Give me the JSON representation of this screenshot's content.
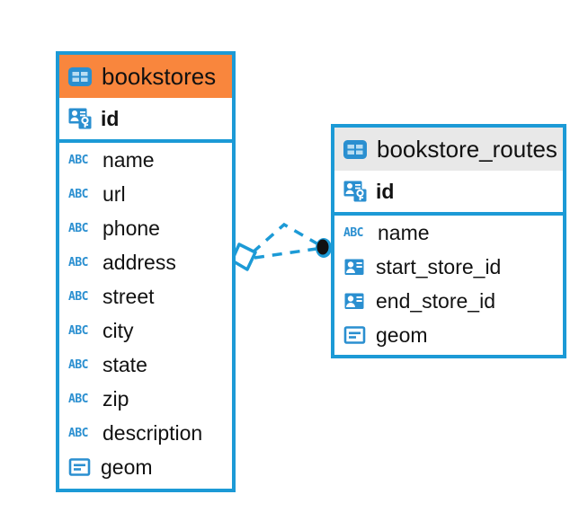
{
  "diagram": {
    "type": "entity-relationship-diagram",
    "background_color": "#ffffff",
    "accent_blue": "#1c9ad6",
    "accent_orange": "#f9863d",
    "accent_gray": "#e8e8e8",
    "text_color": "#121212"
  },
  "tables": [
    {
      "name": "bookstores",
      "header_color": "#f9863d",
      "table_icon": "table-grid-icon",
      "primary_key": {
        "label": "id",
        "icon": "primary-key-card-icon"
      },
      "fields": [
        {
          "label": "name",
          "icon": "abc-text-icon",
          "type": "text"
        },
        {
          "label": "url",
          "icon": "abc-text-icon",
          "type": "text"
        },
        {
          "label": "phone",
          "icon": "abc-text-icon",
          "type": "text"
        },
        {
          "label": "address",
          "icon": "abc-text-icon",
          "type": "text"
        },
        {
          "label": "street",
          "icon": "abc-text-icon",
          "type": "text"
        },
        {
          "label": "city",
          "icon": "abc-text-icon",
          "type": "text"
        },
        {
          "label": "state",
          "icon": "abc-text-icon",
          "type": "text"
        },
        {
          "label": "zip",
          "icon": "abc-text-icon",
          "type": "text"
        },
        {
          "label": "description",
          "icon": "abc-text-icon",
          "type": "text"
        },
        {
          "label": "geom",
          "icon": "geometry-box-icon",
          "type": "geometry"
        }
      ]
    },
    {
      "name": "bookstore_routes",
      "header_color": "#e8e8e8",
      "table_icon": "table-grid-icon",
      "primary_key": {
        "label": "id",
        "icon": "primary-key-card-icon"
      },
      "fields": [
        {
          "label": "name",
          "icon": "abc-text-icon",
          "type": "text"
        },
        {
          "label": "start_store_id",
          "icon": "foreign-key-card-icon",
          "type": "foreign-key"
        },
        {
          "label": "end_store_id",
          "icon": "foreign-key-card-icon",
          "type": "foreign-key"
        },
        {
          "label": "geom",
          "icon": "geometry-box-icon",
          "type": "geometry"
        }
      ]
    }
  ],
  "relationship": {
    "style": "dashed",
    "color": "#1c9ad6",
    "source_endpoint": "diamond",
    "target_endpoint": "filled-circle",
    "from_table": "bookstores",
    "to_table": "bookstore_routes",
    "line_count": 2
  }
}
